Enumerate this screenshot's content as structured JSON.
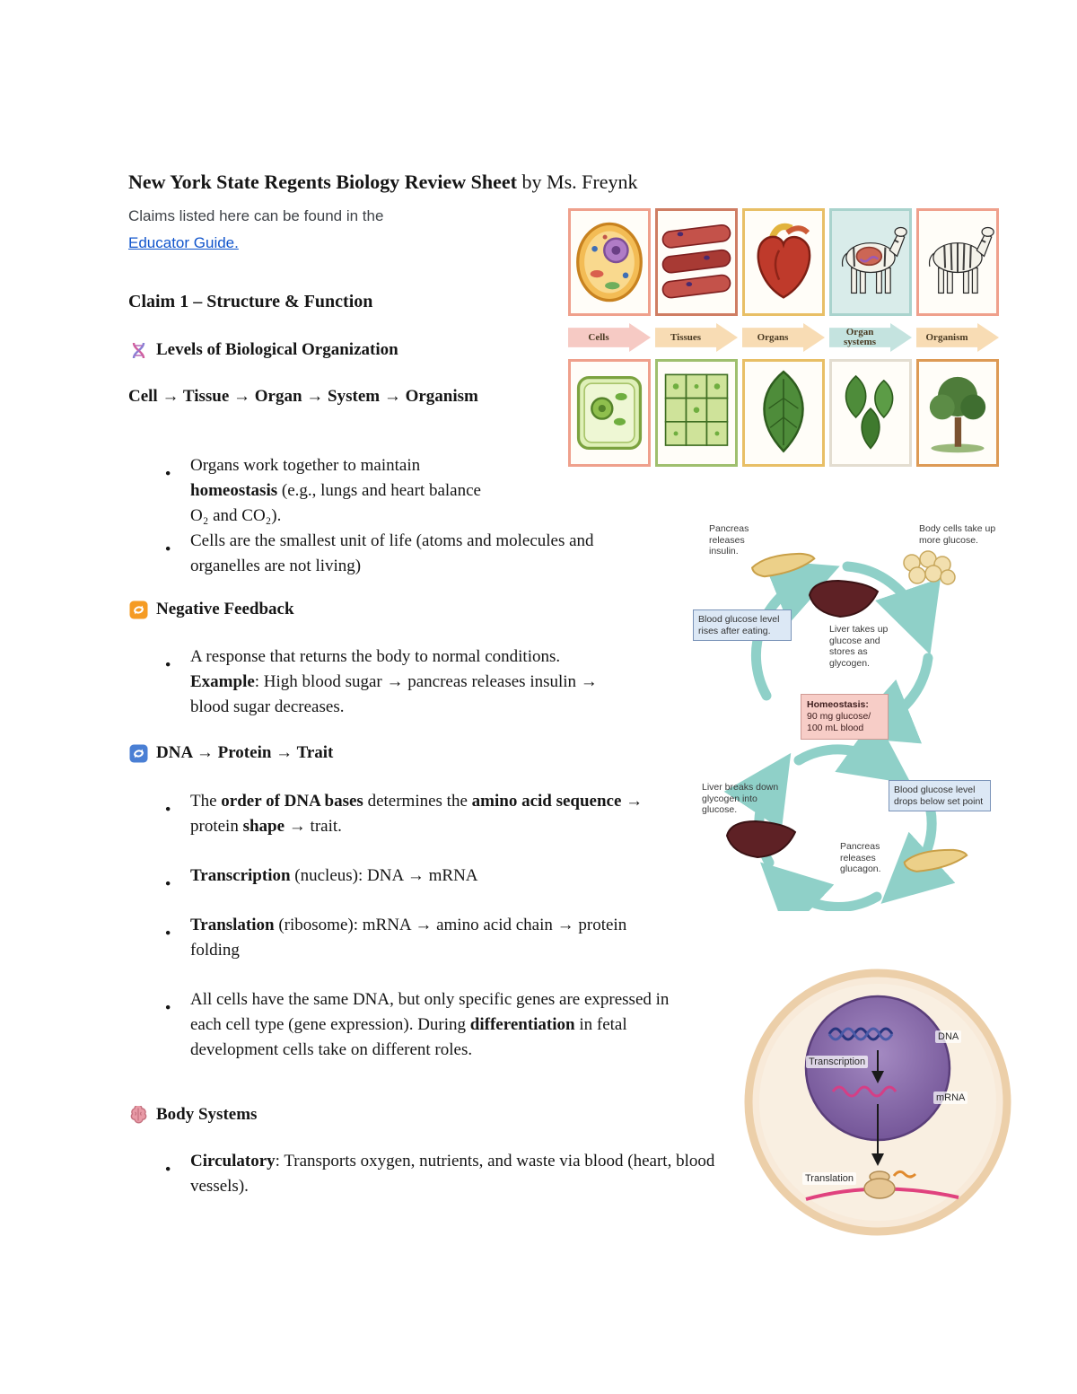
{
  "doc": {
    "title": "New York State Regents Biology Review Sheet",
    "byline": " by Ms. Freynk",
    "intro": "Claims listed here can be found in the",
    "link_text": "Educator Guide.",
    "claim1_heading": "Claim 1 – Structure & Function"
  },
  "sections": {
    "levels": {
      "heading": "Levels of Biological Organization",
      "chain": "Cell → Tissue → Organ → System → Organism",
      "b1a": "Organs work together to maintain ",
      "b1b": "homeostasis",
      "b1c": " (e.g., lungs and heart balance O₂ and CO₂).",
      "b2": "Cells are the smallest unit of life (atoms and molecules and organelles are not living)"
    },
    "feedback": {
      "heading": "Negative Feedback",
      "b1a": "A response that returns the body to normal conditions.",
      "b1b": "Example",
      "b1c": ": High blood sugar → pancreas releases insulin → blood sugar decreases."
    },
    "dna": {
      "heading": "DNA → Protein → Trait",
      "b1a": "The ",
      "b1b": "order of DNA bases",
      "b1c": " determines the ",
      "b1d": "amino acid sequence",
      "b1e": " → protein ",
      "b1f": "shape",
      "b1g": " → trait.",
      "b2a": "Transcription",
      "b2b": " (nucleus): DNA → mRNA",
      "b3a": "Translation",
      "b3b": " (ribosome): mRNA → amino acid chain → protein folding",
      "b4a": "All cells have the same DNA, but only specific genes are expressed in each cell type (gene expression). During ",
      "b4b": "differentiation",
      "b4c": " in fetal development cells take on different roles."
    },
    "body_systems": {
      "heading": "Body Systems",
      "b1a": "Circulatory",
      "b1b": ": Transports oxygen, nutrients, and waste via blood (heart, blood vessels)."
    }
  },
  "figures": {
    "levels": {
      "arrow_labels": [
        "Cells",
        "Tissues",
        "Organs",
        "Organ systems",
        "Organism"
      ]
    },
    "feedback_loop": {
      "pancreas_insulin": "Pancreas releases insulin.",
      "body_cells": "Body cells take up more glucose.",
      "glucose_rises": "Blood glucose level rises after eating.",
      "liver_takes": "Liver takes up glucose and stores as glycogen.",
      "homeostasis_title": "Homeostasis:",
      "homeostasis_line1": "90 mg glucose/",
      "homeostasis_line2": "100 mL blood",
      "liver_breaks": "Liver breaks down glycogen into glucose.",
      "glucose_drops": "Blood glucose level drops below set point",
      "pancreas_glucagon": "Pancreas releases glucagon."
    },
    "cell_expression": {
      "transcription": "Transcription",
      "dna": "DNA",
      "mrna": "mRNA",
      "translation": "Translation"
    }
  },
  "colors": {
    "link": "#1155cc",
    "loop_arrow": "#8fd0c8",
    "homeostasis_box": "#f7cdc7",
    "info_box": "#dce8f5"
  }
}
